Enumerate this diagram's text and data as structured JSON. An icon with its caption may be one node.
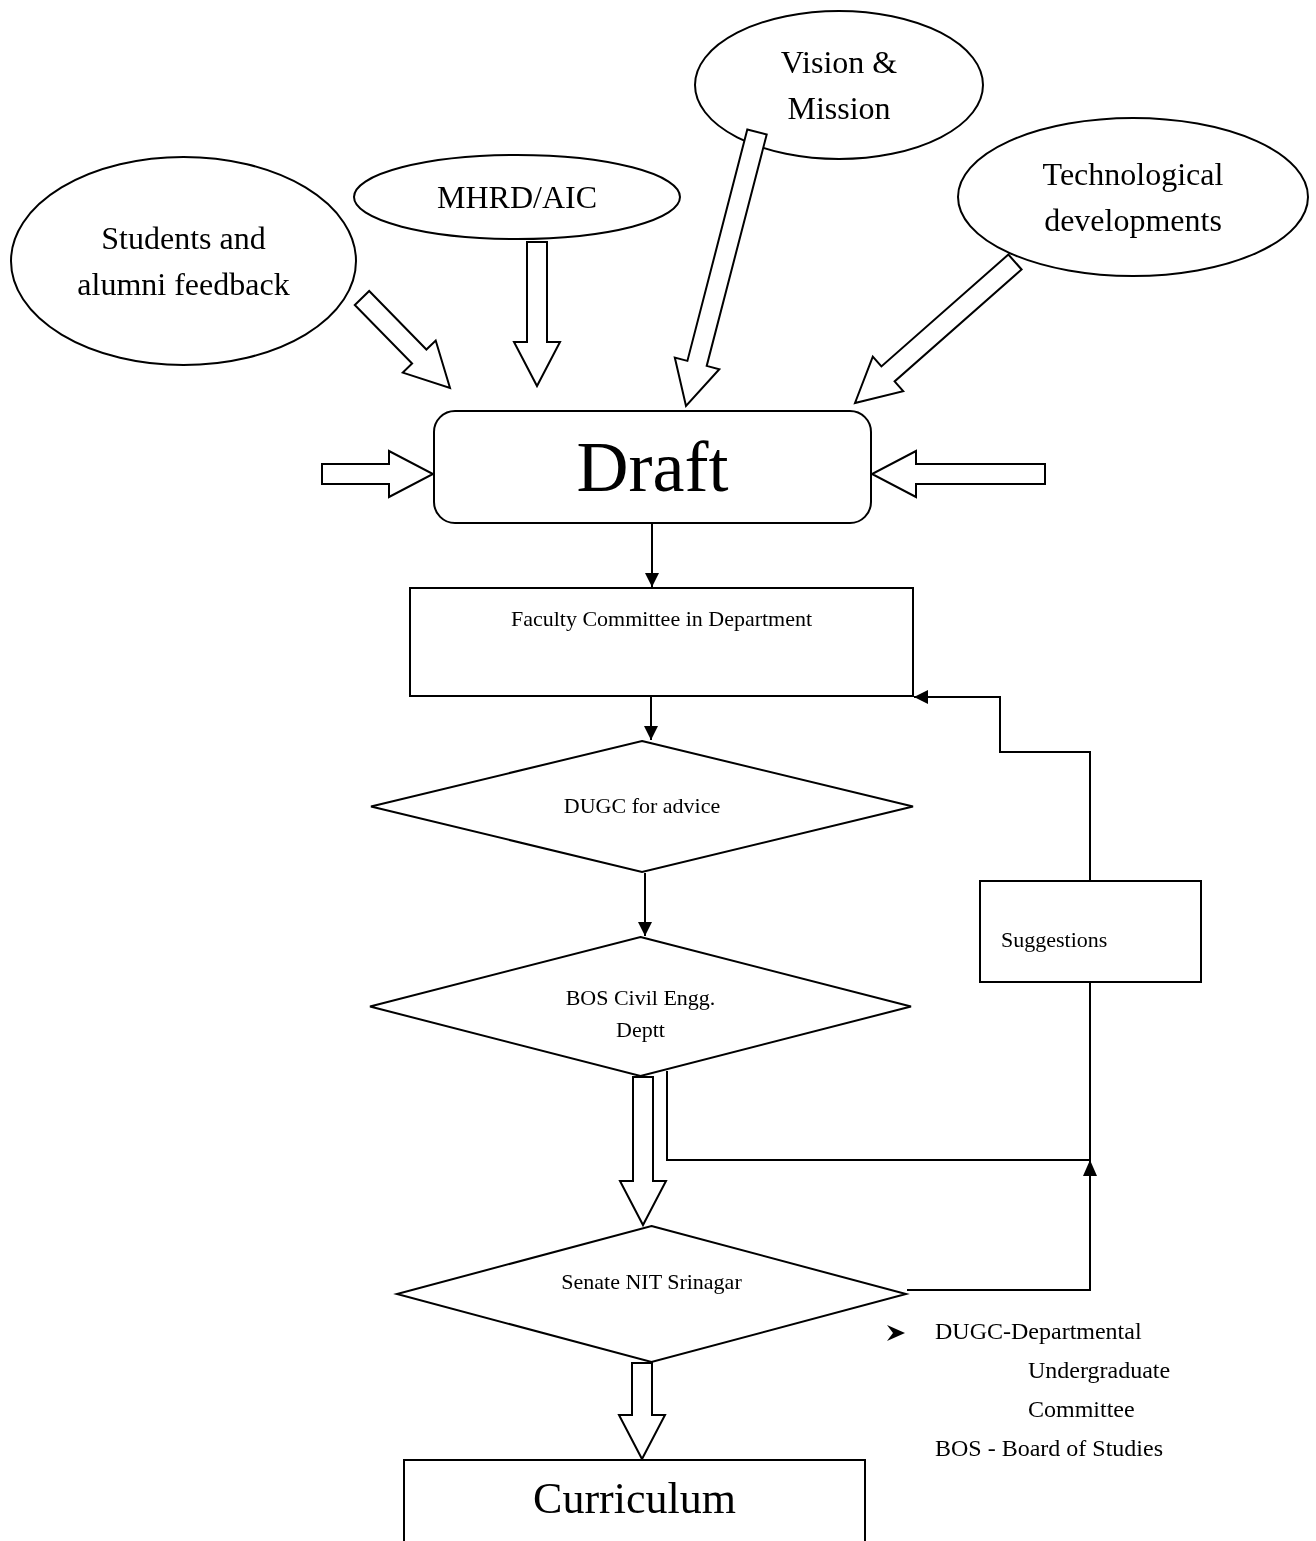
{
  "diagram": {
    "nodes": [
      {
        "text": [
          "Students and alumni feedback"
        ]
      },
      {
        "text": [
          "MHRD/AIC"
        ]
      },
      {
        "text": [
          "Vision & Mission"
        ]
      },
      {
        "text": [
          "Technological developments"
        ]
      },
      {
        "text": [
          "Draft"
        ]
      },
      {
        "text": [
          "Faculty Committee in Department"
        ]
      },
      {
        "text": [
          "DUGC for advice"
        ]
      },
      {
        "text": [
          "BOS Civil Engg. Deptt"
        ]
      },
      {
        "text": [
          "Suggestions"
        ]
      },
      {
        "text": [
          "Senate NIT Srinagar"
        ]
      },
      {
        "text": [
          "Curriculum"
        ]
      }
    ],
    "edges": [
      {
        "from": 0,
        "to": 4,
        "arrow": "to",
        "style": "thick"
      },
      {
        "from": 1,
        "to": 4,
        "arrow": "to",
        "style": "thick"
      },
      {
        "from": 2,
        "to": 4,
        "arrow": "to",
        "style": "thick"
      },
      {
        "from": 3,
        "to": 4,
        "arrow": "to",
        "style": "thick"
      },
      {
        "from": null,
        "to": 4,
        "arrow": "to",
        "style": "thick"
      },
      {
        "from": null,
        "to": 4,
        "arrow": "to",
        "style": "thick"
      },
      {
        "from": 4,
        "to": 5,
        "arrow": "to"
      },
      {
        "from": 5,
        "to": 6,
        "arrow": "to"
      },
      {
        "from": 6,
        "to": 7,
        "arrow": "to"
      },
      {
        "from": 7,
        "to": 9,
        "arrow": "to",
        "style": "thick"
      },
      {
        "from": 9,
        "to": 8,
        "arrow": "to"
      },
      {
        "from": 7,
        "to": 8,
        "arrow": "none"
      },
      {
        "from": 8,
        "to": 5,
        "arrow": "to"
      },
      {
        "from": 9,
        "to": 10,
        "arrow": "to",
        "style": "thick"
      }
    ],
    "labels": [
      "DUGC-Departmental Undergraduate Committee",
      "BOS - Board of Studies"
    ]
  }
}
